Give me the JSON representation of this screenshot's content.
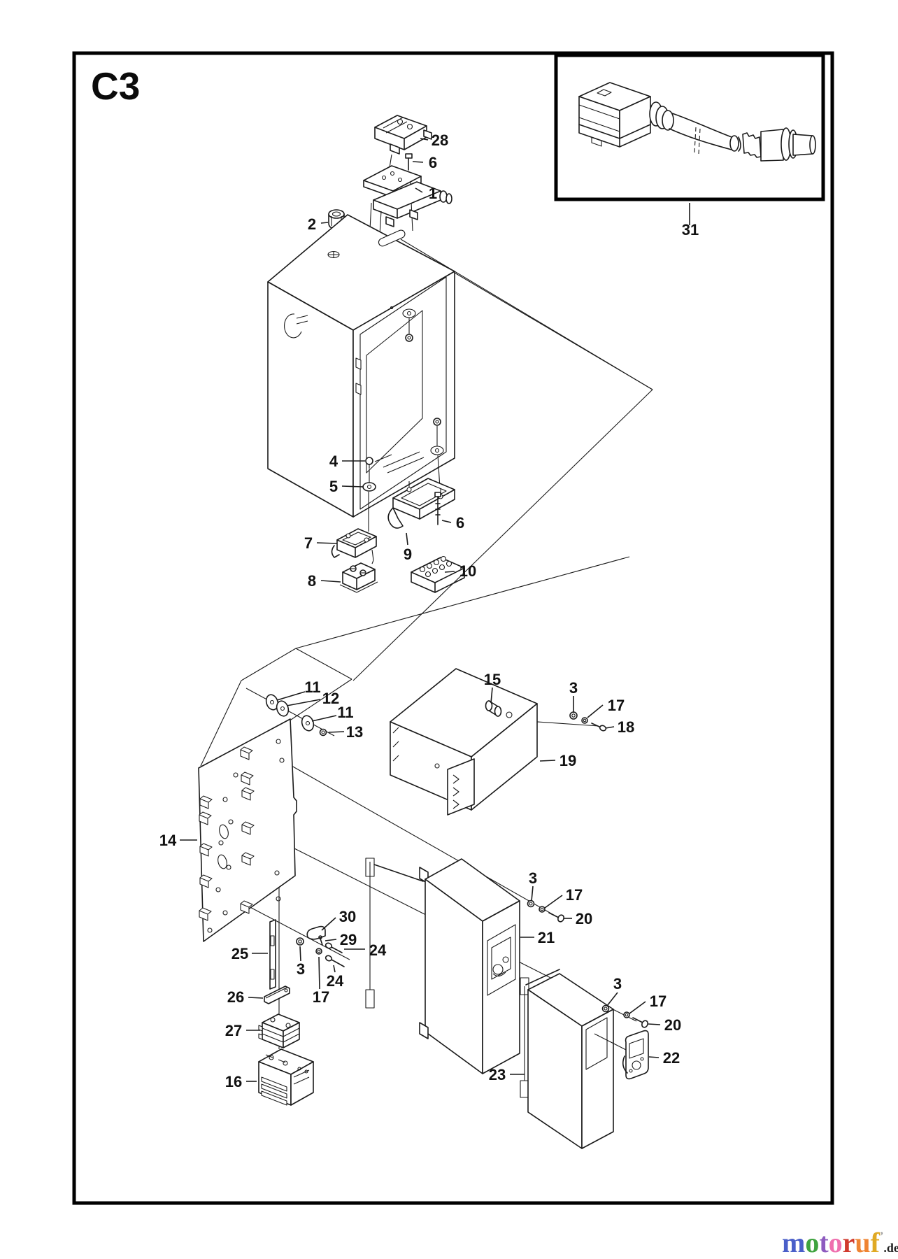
{
  "page": {
    "code": "C3"
  },
  "inset": {
    "description": "cable-assembly"
  },
  "callouts": [
    {
      "part": "28"
    },
    {
      "part": "6"
    },
    {
      "part": "1"
    },
    {
      "part": "2"
    },
    {
      "part": "4"
    },
    {
      "part": "5"
    },
    {
      "part": "7"
    },
    {
      "part": "8"
    },
    {
      "part": "9"
    },
    {
      "part": "10"
    },
    {
      "part": "6"
    },
    {
      "part": "11"
    },
    {
      "part": "12"
    },
    {
      "part": "11"
    },
    {
      "part": "13"
    },
    {
      "part": "15"
    },
    {
      "part": "3"
    },
    {
      "part": "17"
    },
    {
      "part": "18"
    },
    {
      "part": "19"
    },
    {
      "part": "14"
    },
    {
      "part": "25"
    },
    {
      "part": "30"
    },
    {
      "part": "29"
    },
    {
      "part": "24"
    },
    {
      "part": "3"
    },
    {
      "part": "24"
    },
    {
      "part": "17"
    },
    {
      "part": "26"
    },
    {
      "part": "27"
    },
    {
      "part": "16"
    },
    {
      "part": "3"
    },
    {
      "part": "17"
    },
    {
      "part": "20"
    },
    {
      "part": "21"
    },
    {
      "part": "3"
    },
    {
      "part": "17"
    },
    {
      "part": "20"
    },
    {
      "part": "22"
    },
    {
      "part": "23"
    },
    {
      "part": "31"
    }
  ],
  "logo": {
    "letters": [
      {
        "ch": "m",
        "color": "#4a5fc9"
      },
      {
        "ch": "o",
        "color": "#3fa33f"
      },
      {
        "ch": "t",
        "color": "#8e5bbf"
      },
      {
        "ch": "o",
        "color": "#ef6fae"
      },
      {
        "ch": "r",
        "color": "#d03a2d"
      },
      {
        "ch": "u",
        "color": "#ef8432"
      },
      {
        "ch": "f",
        "color": "#e0a923"
      }
    ],
    "mark": "’",
    "suffix": ".de",
    "suffix_color": "#222222"
  },
  "colors": {
    "line": "#1a1a1a",
    "background": "#ffffff",
    "frame": "#000000"
  }
}
